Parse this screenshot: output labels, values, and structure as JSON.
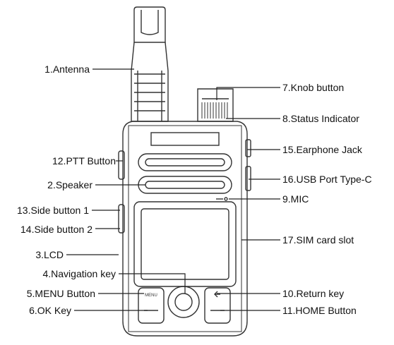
{
  "labels": {
    "antenna": "1.Antenna",
    "speaker": "2.Speaker",
    "lcd": "3.LCD",
    "navigation_key": "4.Navigation key",
    "menu_button": "5.MENU Button",
    "ok_key": "6.OK Key",
    "knob_button": "7.Knob button",
    "status_indicator": "8.Status Indicator",
    "mic": "9.MIC",
    "return_key": "10.Return key",
    "home_button": "11.HOME Button",
    "ptt_button": "12.PTT Button",
    "side_button_1": "13.Side button 1",
    "side_button_2": "14.Side button 2",
    "earphone_jack": "15.Earphone Jack",
    "usb_port": "16.USB Port Type-C",
    "sim_slot": "17.SIM card slot"
  },
  "device": {
    "menu_key_text": "MENU"
  },
  "colors": {
    "line": "#222222",
    "device_stroke": "#333333",
    "background": "#ffffff"
  }
}
